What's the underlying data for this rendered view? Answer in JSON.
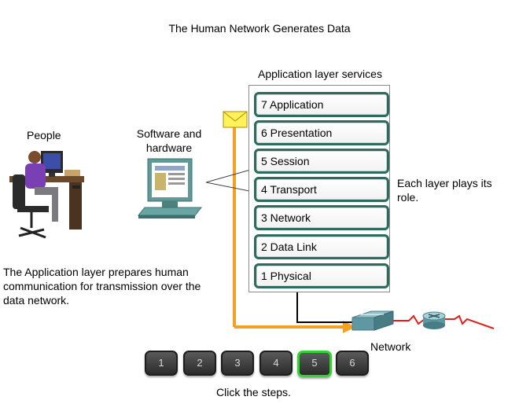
{
  "title": "The Human Network Generates Data",
  "people_label": "People",
  "software_label": "Software and hardware",
  "services_label": "Application layer services",
  "layers": [
    {
      "label": "7 Application"
    },
    {
      "label": "6 Presentation"
    },
    {
      "label": "5 Session"
    },
    {
      "label": "4 Transport"
    },
    {
      "label": "3 Network"
    },
    {
      "label": "2 Data Link"
    },
    {
      "label": "1 Physical"
    }
  ],
  "role_text": "Each layer plays its role.",
  "description": "The Application layer prepares human communication for transmission over the data network.",
  "network_label": "Network",
  "steps": [
    {
      "label": "1"
    },
    {
      "label": "2"
    },
    {
      "label": "3"
    },
    {
      "label": "4"
    },
    {
      "label": "5"
    },
    {
      "label": "6"
    }
  ],
  "active_step": "5",
  "click_label": "Click the steps.",
  "colors": {
    "data_path": "#f5a020",
    "layer_border": "#2e6b5f",
    "active_step": "#2fd62f",
    "network_link": "#e02020"
  },
  "icons": {
    "people": "person-at-desk-icon",
    "computer": "computer-icon",
    "envelope": "envelope-icon",
    "switch": "switch-icon",
    "router": "router-icon"
  }
}
